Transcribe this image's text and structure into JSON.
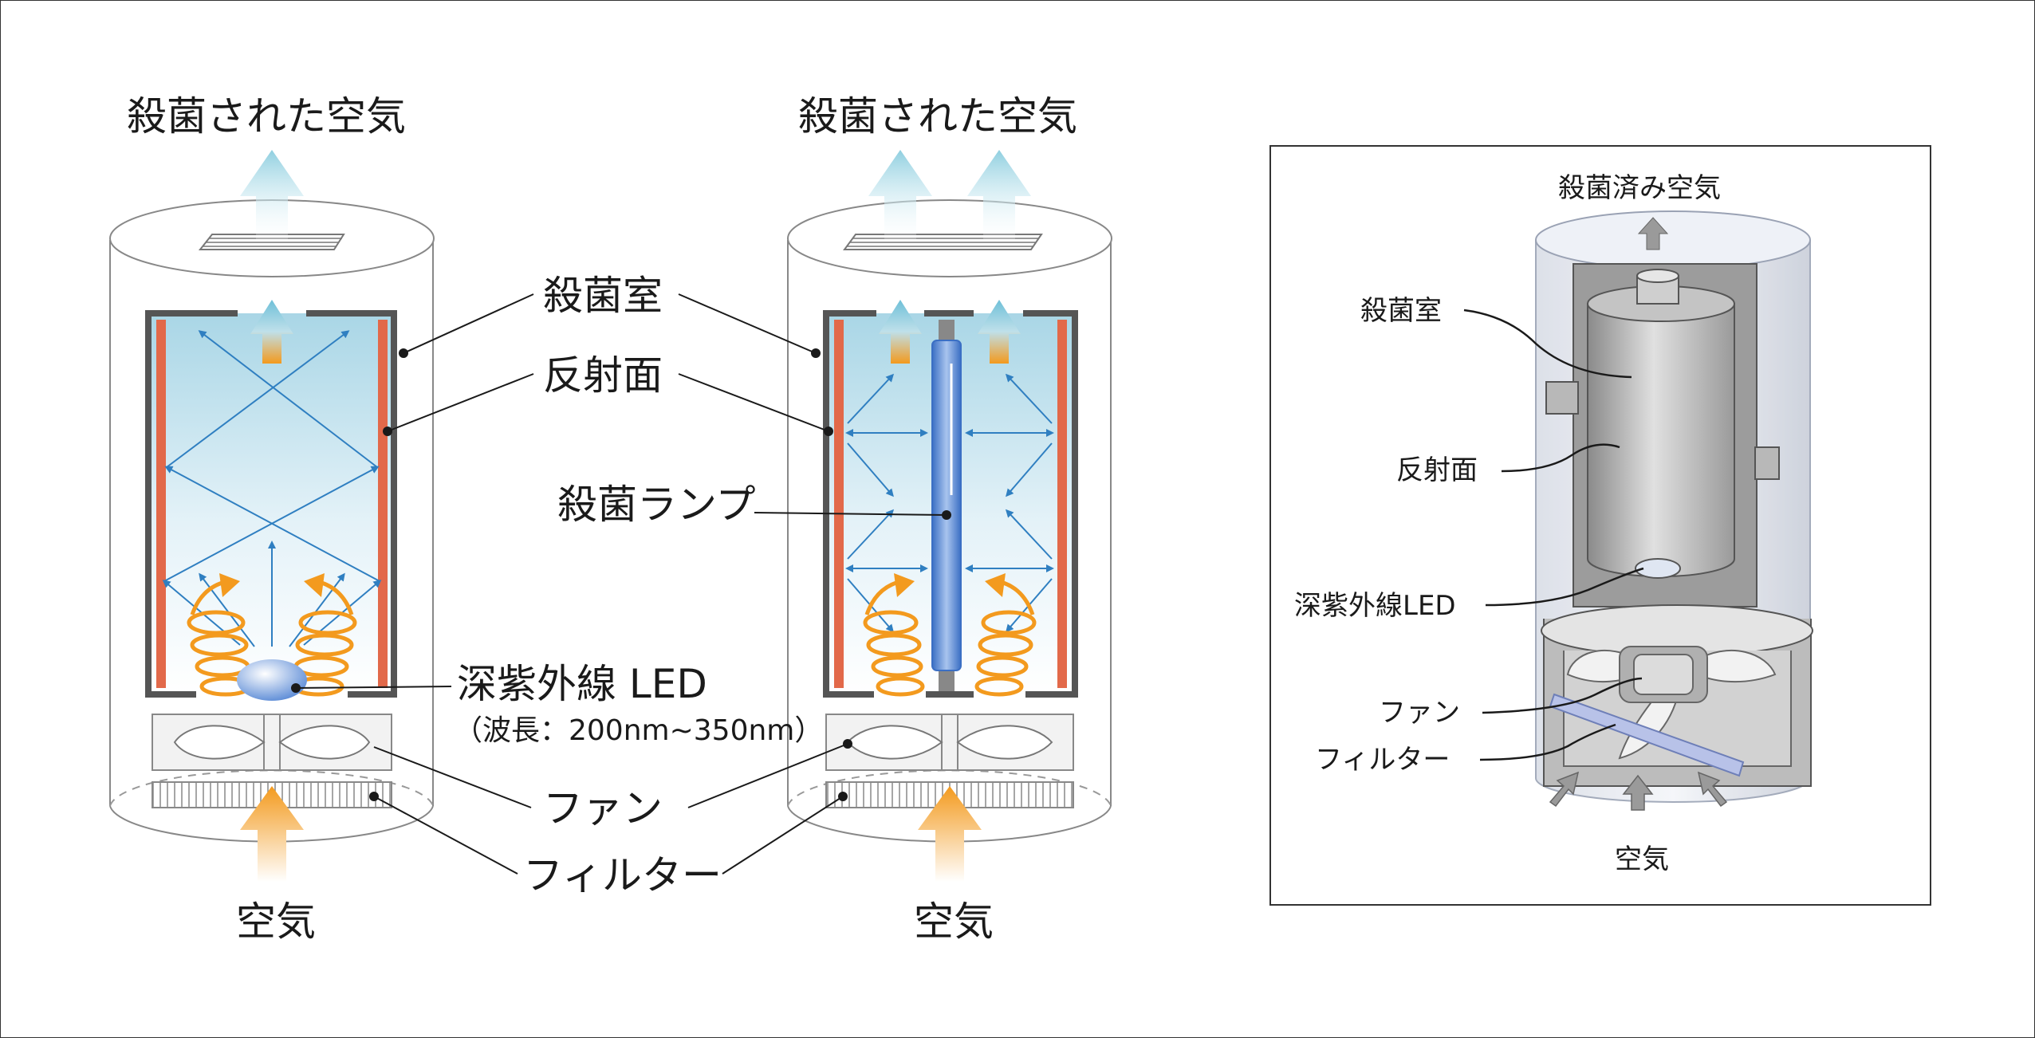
{
  "labels": {
    "left_top": "殺菌された空気",
    "center_top": "殺菌された空気",
    "chamber": "殺菌室",
    "reflector": "反射面",
    "lamp": "殺菌ランプ",
    "led": "深紫外線 LED",
    "wavelength": "（波長：200nm~350nm）",
    "fan": "ファン",
    "filter": "フィルター",
    "left_bottom": "空気",
    "center_bottom": "空気"
  },
  "inset": {
    "top": "殺菌済み空気",
    "chamber": "殺菌室",
    "reflector": "反射面",
    "led": "深紫外線LED",
    "fan": "ファン",
    "filter": "フィルター",
    "bottom": "空気"
  },
  "colors": {
    "uv_blue": "#2f7fc1",
    "airflow_orange": "#f39a1e",
    "reflector_red": "#e2694a",
    "chamber_gray": "#555555",
    "sterile_air_cyan": "#8fcfe0"
  }
}
